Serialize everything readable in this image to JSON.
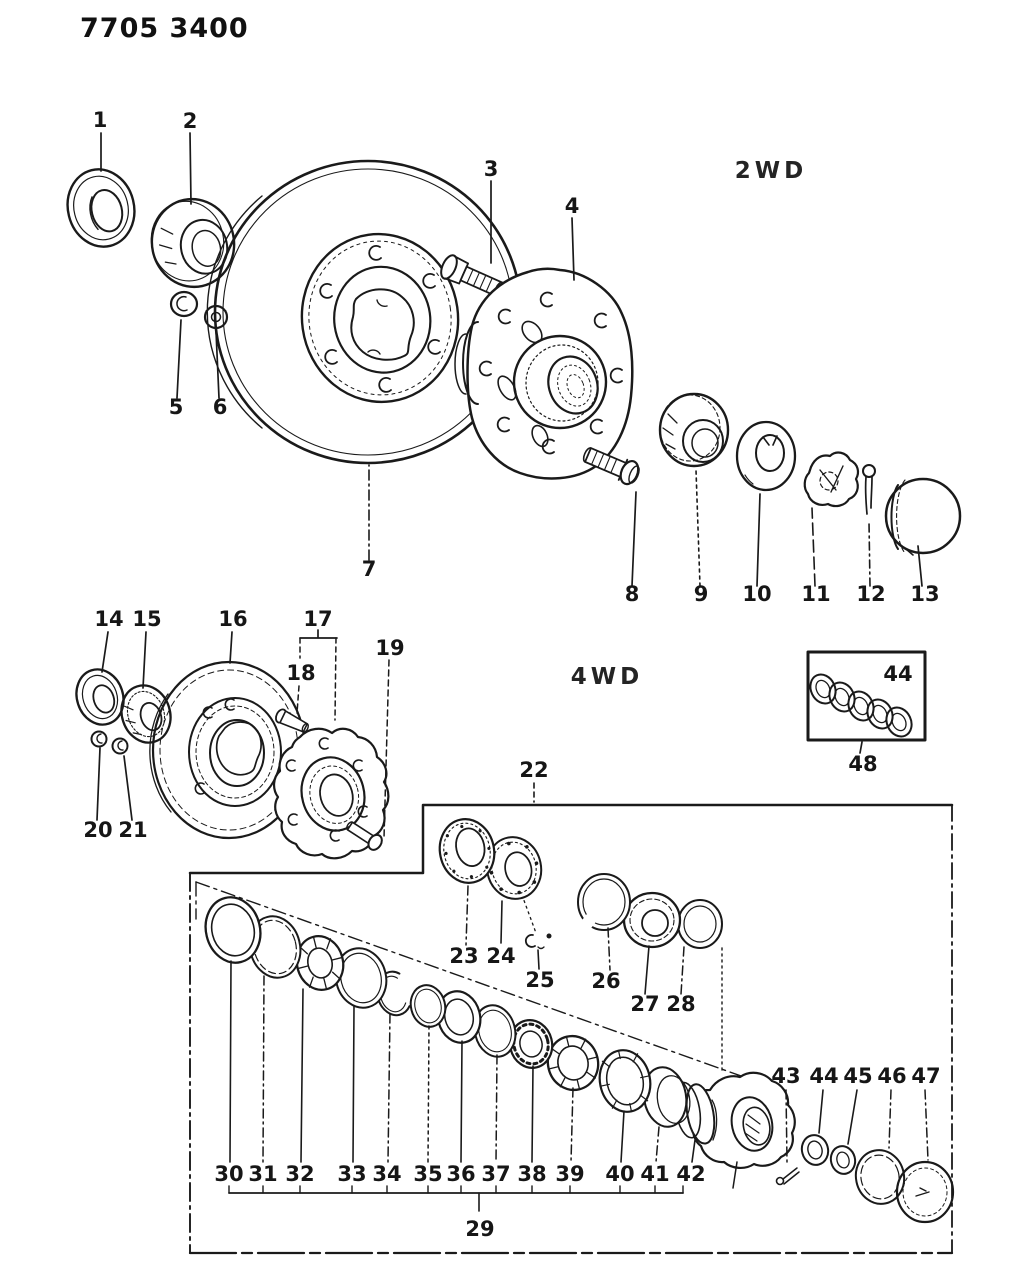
{
  "code": "7705 3400",
  "sections": {
    "top_right": "2WD",
    "middle": "4WD"
  },
  "callouts": {
    "n1": "1",
    "n2": "2",
    "n3": "3",
    "n4": "4",
    "n5": "5",
    "n6": "6",
    "n7": "7",
    "n8": "8",
    "n9": "9",
    "n10": "10",
    "n11": "11",
    "n12": "12",
    "n13": "13",
    "n14": "14",
    "n15": "15",
    "n16": "16",
    "n17": "17",
    "n18": "18",
    "n19": "19",
    "n20": "20",
    "n21": "21",
    "n22": "22",
    "n23": "23",
    "n24": "24",
    "n25": "25",
    "n26": "26",
    "n27": "27",
    "n28": "28",
    "n29": "29",
    "n30": "30",
    "n31": "31",
    "n32": "32",
    "n33": "33",
    "n34": "34",
    "n35": "35",
    "n36": "36",
    "n37": "37",
    "n38": "38",
    "n39": "39",
    "n40": "40",
    "n41": "41",
    "n42": "42",
    "n43": "43",
    "n44_box": "44",
    "n44_lower": "44",
    "n45": "45",
    "n46": "46",
    "n47": "47",
    "n48": "48"
  }
}
